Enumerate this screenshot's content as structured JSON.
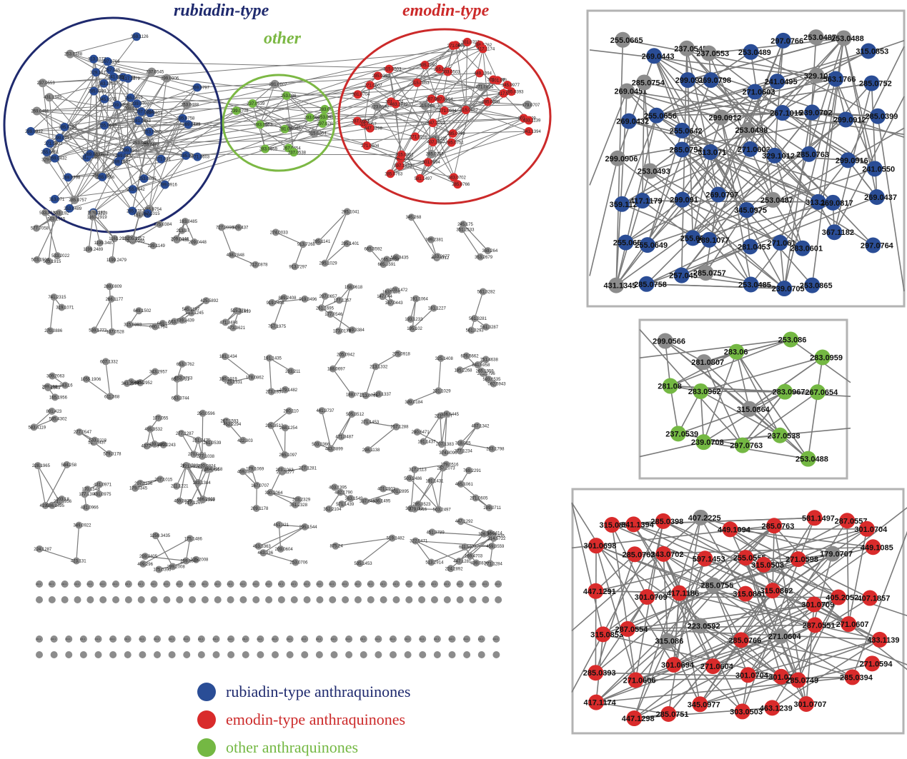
{
  "colors": {
    "rubiadin": "#2a4d96",
    "emodin": "#d92b2b",
    "other": "#74b843",
    "unassigned": "#8c8c8c",
    "edge": "#7a7a7a",
    "rubiadin_ring": "#1f2a6e",
    "emodin_ring": "#cc2a2a",
    "other_ring": "#7cb844",
    "frame": "#b3b3b3"
  },
  "group_titles": {
    "rubiadin": "rubiadin-type",
    "emodin": "emodin-type",
    "other": "other"
  },
  "legend": [
    {
      "label": "rubiadin-type anthraquinones",
      "color": "#2a4d96"
    },
    {
      "label": "emodin-type anthraquinones",
      "color": "#d92b2b"
    },
    {
      "label": "other anthraquinones",
      "color": "#74b843"
    }
  ],
  "panels": {
    "rubiadin": [
      {
        "label": "255.0665",
        "type": "g"
      },
      {
        "label": "269.0443",
        "type": "r"
      },
      {
        "label": "237.0545",
        "type": "g"
      },
      {
        "label": "237.0553",
        "type": "g"
      },
      {
        "label": "253.0489",
        "type": "r"
      },
      {
        "label": "297.0766",
        "type": "r"
      },
      {
        "label": "253.0487",
        "type": "g"
      },
      {
        "label": "253.0488",
        "type": "g"
      },
      {
        "label": "315.0853",
        "type": "r"
      },
      {
        "label": "269.0451",
        "type": "g"
      },
      {
        "label": "285.0754",
        "type": "g"
      },
      {
        "label": "299.0912",
        "type": "r"
      },
      {
        "label": "269.0798",
        "type": "r"
      },
      {
        "label": "271.0603",
        "type": "r"
      },
      {
        "label": "241.0495",
        "type": "r"
      },
      {
        "label": "329.1015",
        "type": "g"
      },
      {
        "label": "563.1766",
        "type": "r"
      },
      {
        "label": "285.0752",
        "type": "r"
      },
      {
        "label": "269.0432",
        "type": "r"
      },
      {
        "label": "255.0656",
        "type": "r"
      },
      {
        "label": "255.0642",
        "type": "r"
      },
      {
        "label": "299.0912",
        "type": "g"
      },
      {
        "label": "253.0488",
        "type": "g"
      },
      {
        "label": "267.1015",
        "type": "r"
      },
      {
        "label": "239.0702",
        "type": "r"
      },
      {
        "label": "299.0912",
        "type": "r"
      },
      {
        "label": "285.0399",
        "type": "r"
      },
      {
        "label": "299.0906",
        "type": "g"
      },
      {
        "label": "253.0493",
        "type": "g"
      },
      {
        "label": "285.0754",
        "type": "r"
      },
      {
        "label": "313.071",
        "type": "r"
      },
      {
        "label": "271.0603",
        "type": "r"
      },
      {
        "label": "329.1012",
        "type": "r"
      },
      {
        "label": "285.0763",
        "type": "r"
      },
      {
        "label": "299.0916",
        "type": "r"
      },
      {
        "label": "241.0550",
        "type": "r"
      },
      {
        "label": "359.1126",
        "type": "r"
      },
      {
        "label": "417.1179",
        "type": "r"
      },
      {
        "label": "299.091",
        "type": "r"
      },
      {
        "label": "269.0797",
        "type": "r"
      },
      {
        "label": "345.0975",
        "type": "r"
      },
      {
        "label": "253.0487",
        "type": "g"
      },
      {
        "label": "313.1077",
        "type": "r"
      },
      {
        "label": "269.0817",
        "type": "r"
      },
      {
        "label": "269.0437",
        "type": "r"
      },
      {
        "label": "255.0659",
        "type": "r"
      },
      {
        "label": "255.0649",
        "type": "r"
      },
      {
        "label": "255.0651",
        "type": "r"
      },
      {
        "label": "289.1077",
        "type": "r"
      },
      {
        "label": "281.0453",
        "type": "r"
      },
      {
        "label": "271.061",
        "type": "r"
      },
      {
        "label": "283.0601",
        "type": "r"
      },
      {
        "label": "367.1182",
        "type": "r"
      },
      {
        "label": "297.0764",
        "type": "r"
      },
      {
        "label": "431.1345",
        "type": "g"
      },
      {
        "label": "285.0758",
        "type": "r"
      },
      {
        "label": "257.045",
        "type": "r"
      },
      {
        "label": "285.0757",
        "type": "g"
      },
      {
        "label": "253.0485",
        "type": "r"
      },
      {
        "label": "239.0705",
        "type": "r"
      },
      {
        "label": "253.0865",
        "type": "r"
      }
    ],
    "other": [
      {
        "label": "299.0566",
        "type": "g"
      },
      {
        "label": "281.0807",
        "type": "g"
      },
      {
        "label": "283.06",
        "type": "o"
      },
      {
        "label": "253.086",
        "type": "o"
      },
      {
        "label": "283.0959",
        "type": "o"
      },
      {
        "label": "281.08",
        "type": "o"
      },
      {
        "label": "283.0962",
        "type": "o"
      },
      {
        "label": "315.0864",
        "type": "g"
      },
      {
        "label": "283.0967",
        "type": "o"
      },
      {
        "label": "267.0654",
        "type": "o"
      },
      {
        "label": "237.0539",
        "type": "o"
      },
      {
        "label": "239.0708",
        "type": "o"
      },
      {
        "label": "297.0763",
        "type": "o"
      },
      {
        "label": "237.0538",
        "type": "o"
      },
      {
        "label": "253.0488",
        "type": "o"
      }
    ],
    "emodin": [
      {
        "label": "315.0857",
        "type": "e"
      },
      {
        "label": "341.1394",
        "type": "e"
      },
      {
        "label": "285.0398",
        "type": "e"
      },
      {
        "label": "407.2225",
        "type": "g"
      },
      {
        "label": "449.1094",
        "type": "e"
      },
      {
        "label": "285.0763",
        "type": "e"
      },
      {
        "label": "581.1497",
        "type": "e"
      },
      {
        "label": "287.0557",
        "type": "e"
      },
      {
        "label": "301.0704",
        "type": "e"
      },
      {
        "label": "301.0698",
        "type": "e"
      },
      {
        "label": "285.0762",
        "type": "e"
      },
      {
        "label": "343.0702",
        "type": "e"
      },
      {
        "label": "597.1453",
        "type": "e"
      },
      {
        "label": "255.0555",
        "type": "e"
      },
      {
        "label": "315.0503",
        "type": "e"
      },
      {
        "label": "271.0598",
        "type": "e"
      },
      {
        "label": "179.0707",
        "type": "g"
      },
      {
        "label": "449.1085",
        "type": "e"
      },
      {
        "label": "447.1291",
        "type": "e"
      },
      {
        "label": "301.0709",
        "type": "e"
      },
      {
        "label": "417.1186",
        "type": "e"
      },
      {
        "label": "285.0755",
        "type": "g"
      },
      {
        "label": "315.0861",
        "type": "e"
      },
      {
        "label": "315.0862",
        "type": "e"
      },
      {
        "label": "301.0709",
        "type": "e"
      },
      {
        "label": "405.2052",
        "type": "e"
      },
      {
        "label": "407.1857",
        "type": "e"
      },
      {
        "label": "315.0853",
        "type": "e"
      },
      {
        "label": "287.0554",
        "type": "e"
      },
      {
        "label": "315.086",
        "type": "g"
      },
      {
        "label": "223.0592",
        "type": "g"
      },
      {
        "label": "285.0766",
        "type": "e"
      },
      {
        "label": "271.0604",
        "type": "g"
      },
      {
        "label": "287.0551",
        "type": "e"
      },
      {
        "label": "271.0607",
        "type": "e"
      },
      {
        "label": "433.1139",
        "type": "e"
      },
      {
        "label": "285.0393",
        "type": "e"
      },
      {
        "label": "271.0606",
        "type": "e"
      },
      {
        "label": "301.0694",
        "type": "e"
      },
      {
        "label": "271.0604",
        "type": "e"
      },
      {
        "label": "301.0704",
        "type": "e"
      },
      {
        "label": "301.071",
        "type": "e"
      },
      {
        "label": "285.0749",
        "type": "e"
      },
      {
        "label": "285.0394",
        "type": "e"
      },
      {
        "label": "271.0594",
        "type": "e"
      },
      {
        "label": "417.1174",
        "type": "e"
      },
      {
        "label": "447.1298",
        "type": "e"
      },
      {
        "label": "285.0751",
        "type": "e"
      },
      {
        "label": "345.0977",
        "type": "e"
      },
      {
        "label": "303.0503",
        "type": "e"
      },
      {
        "label": "463.1239",
        "type": "e"
      },
      {
        "label": "301.0707",
        "type": "e"
      }
    ]
  },
  "clusters": [
    [
      "533.2033",
      "533.2022",
      "503.1915",
      "577.7058",
      "503.192",
      "503.1915",
      "503.1914"
    ],
    [
      "1178.3219",
      "1161.2936",
      "1161.2919",
      "1199.2489",
      "1199.3487",
      "1199.2479"
    ],
    [
      "197.0817",
      "139.1149",
      "339.0395",
      "151.0755",
      "205.1957",
      "175.0384"
    ],
    [
      "209.0448",
      "193.0485",
      "193.0485",
      "213.97",
      "209.0448"
    ],
    [
      "727.2095",
      "609.437",
      "438.2848",
      "312.0878"
    ],
    [
      "274.0033",
      "913.7268",
      "913.7297"
    ],
    [
      "295.1029",
      "295.1041",
      "285.1141",
      "295.1401"
    ],
    [
      "665.3591",
      "599.3435",
      "665.3592",
      "665.1558"
    ],
    [
      "399.2381",
      "407.3312",
      "345.268",
      "353.2677"
    ],
    [
      "245.175",
      "351.2533",
      "359.264",
      "353.2679"
    ],
    [
      "741.2315",
      "270.0886",
      "319.1071"
    ],
    [
      "539.1773",
      "266.1177",
      "137.0528",
      "269.0809"
    ],
    [
      "315.0393",
      "649.1502",
      "649.1503",
      "090.1754"
    ],
    [
      "425.5892",
      "663.1245",
      "563.1293",
      "545.1197",
      "739.3439"
    ],
    [
      "471.3484",
      "473.1619",
      "515.3734",
      "473.3621"
    ],
    [
      "889.2408",
      "919.2498",
      "757.1975",
      "919.3496"
    ],
    [
      "261.1695",
      "269.3384",
      "177.1267",
      "207.0657",
      "177.0546",
      "158.9618",
      "173.0178"
    ],
    [
      "163.0546",
      "147.0443",
      "147.044",
      "203.1472"
    ],
    [
      "195.102",
      "191.1064",
      "193.1233",
      "181.1227"
    ],
    [
      "561.3281",
      "561.3293",
      "561.3282",
      "561.3287"
    ],
    [
      "259.1549",
      "165.1956",
      "243.16",
      "299.258",
      "309.2063"
    ],
    [
      "607.1332",
      "611.368",
      "1055.1906"
    ],
    [
      "393.2952",
      "499.3582",
      "343.2954",
      "343.2957"
    ],
    [
      "653.3751",
      "653.3763",
      "653.3762",
      "653.3744"
    ],
    [
      "223.1331",
      "180.1019",
      "178.0862",
      "181.1434"
    ],
    [
      "273.1854",
      "179.1482",
      "191.1435",
      "293.211"
    ],
    [
      "188.0715",
      "188.0697",
      "205.0942"
    ],
    [
      "223.1337",
      "213.0766",
      "213.1332",
      "275.0918"
    ],
    [
      "389.0184",
      "331.1029",
      "325.1408"
    ],
    [
      "593.6535",
      "092.5943",
      "203.1796",
      "841.5958",
      "676.5662",
      "265.1959",
      "751.4638",
      "185.2268"
    ],
    [
      "801.423",
      "583.4119",
      "585.4302"
    ],
    [
      "513.3437",
      "277.0547",
      "533.3118",
      "579.3178"
    ],
    [
      "455.3532",
      "177.055",
      "437.3409",
      "391.2243",
      "439.3568"
    ],
    [
      "270.0428",
      "277.1287",
      "251.2475",
      "261.0539",
      "277.1038",
      "250.0596"
    ],
    [
      "422.303",
      "267.1593",
      "452.2294"
    ],
    [
      "280.110",
      "205.3513",
      "265.1097",
      "268.1254"
    ],
    [
      "443.3899",
      "441.3737",
      "503.3366",
      "505.3512",
      "471.3487"
    ],
    [
      "298.1138",
      "257.1288",
      "271.1453"
    ],
    [
      "221.1897",
      "207.1383",
      "191.1437",
      "336.6445",
      "290.6471",
      "374.8096"
    ],
    [
      "318.065",
      "203.1798",
      "407.1342",
      "377.1234"
    ],
    [
      "419.1696",
      "228.1965",
      "217.1956",
      "584.258",
      "203.18",
      "586.2495"
    ],
    [
      "177.1305",
      "170.1548",
      "431.0966",
      "431.0971",
      "431.0975"
    ],
    [
      "207.3136",
      "207.1015",
      "179.0345"
    ],
    [
      "261.0703",
      "221.0814",
      "216.5154",
      "217.1267",
      "211.1221",
      "183.1384",
      "702.3996",
      "586.2023",
      "220.9824",
      "664.4358",
      "459.3835"
    ],
    [
      "459.384",
      "167.0707",
      "179.1069",
      "209.1178"
    ],
    [
      "227.1277",
      "203.2063",
      "227.1281",
      "330.3064",
      "351.2328",
      "203.2329"
    ],
    [
      "482.1790",
      "363.1549",
      "352.2104",
      "571.1439",
      "403.1395"
    ],
    [
      "401.2895",
      "401.2903",
      "397.0437",
      "436.1495"
    ],
    [
      "191.1431",
      "503.2497",
      "503.2486",
      "285.3523",
      "308.2113",
      "317.2113",
      "257.1073",
      "279.0516",
      "279.0516"
    ],
    [
      "769.2291",
      "465.1061",
      "289.0711",
      "271.0605"
    ],
    [
      "423.131",
      "349.0922",
      "224.1287"
    ],
    [
      "275.2008",
      "259.1347",
      "175.1486",
      "299.2008",
      "259.3405",
      "175.0396",
      "409.296",
      "1259.3435"
    ],
    [
      "295.1544",
      "463.336",
      "451.321",
      "209.0604",
      "253.0706",
      "453.3363"
    ],
    [
      "535.1453",
      "519.1482",
      "875.24"
    ],
    [
      "513.2914",
      "322.5471",
      "447.1281",
      "224.2892",
      "459.3559",
      "519.2435",
      "338.5414",
      "447.1292",
      "326.3055",
      "451.3789",
      "611.1977",
      "314.5722",
      "439.0836",
      "271.1284",
      "169.4703"
    ]
  ],
  "singletons_a": [
    "211.1",
    "211.1",
    "211.1",
    "211.1",
    "211.1",
    "211.1",
    "211.1",
    "211.1",
    "211.1",
    "211.1",
    "211.1",
    "211.1",
    "211.1",
    "211.1",
    "211.1",
    "211.1",
    "211.1",
    "211.1",
    "211.1",
    "211.1",
    "211.1",
    "211.1",
    "211.1",
    "211.1",
    "211.1",
    "211.1",
    "211.1",
    "211.1",
    "211.1",
    "211.1",
    "211.1",
    "211.1",
    "211.1",
    "211.1",
    "211.1",
    "211.1",
    "211.1"
  ],
  "singletons_b": [
    "211.1",
    "211.1",
    "211.1",
    "211.1",
    "211.1",
    "211.1",
    "211.1",
    "211.1",
    "211.1",
    "211.1",
    "211.1",
    "211.1",
    "211.1",
    "211.1",
    "211.1",
    "211.1",
    "211.1",
    "211.1",
    "211.1",
    "211.1",
    "211.1",
    "211.1",
    "211.1",
    "211.1",
    "211.1",
    "211.1",
    "211.1",
    "211.1",
    "211.1",
    "211.1",
    "211.1",
    "211.1"
  ]
}
